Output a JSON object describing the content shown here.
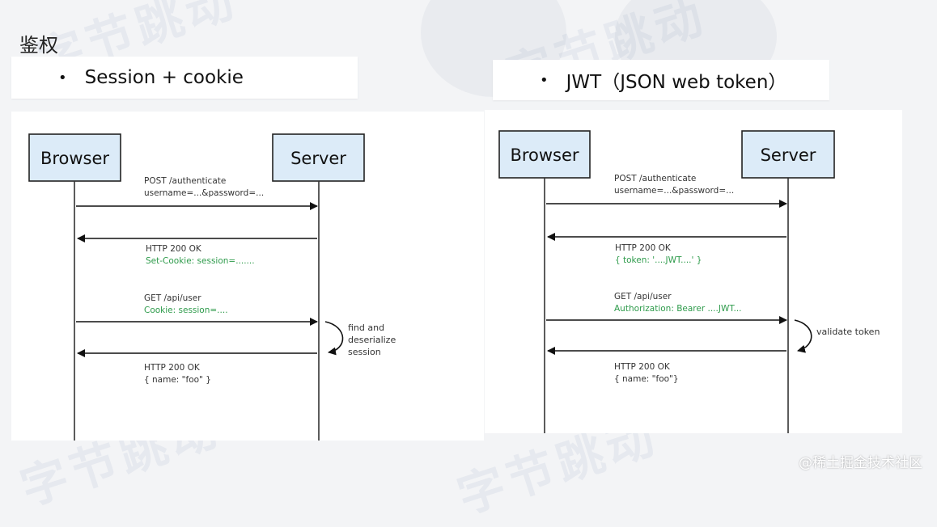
{
  "page_title": "鉴权",
  "panels": [
    {
      "heading": "Session + cookie",
      "bullet": "•",
      "lanes": {
        "left": "Browser",
        "right": "Server"
      },
      "messages": [
        {
          "lines": [
            "POST /authenticate",
            "username=...&password=..."
          ],
          "colors": [
            "black",
            "black"
          ]
        },
        {
          "lines": [
            "HTTP 200 OK",
            "Set-Cookie: session=......."
          ],
          "colors": [
            "black",
            "green"
          ]
        },
        {
          "lines": [
            "GET /api/user",
            "Cookie: session=...."
          ],
          "colors": [
            "black",
            "green"
          ]
        },
        {
          "lines": [
            "HTTP 200 OK",
            "{ name: \"foo\" }"
          ],
          "colors": [
            "black",
            "black"
          ]
        }
      ],
      "note": [
        "find and",
        "deserialize",
        "session"
      ]
    },
    {
      "heading": "JWT（JSON web token）",
      "bullet": "•",
      "lanes": {
        "left": "Browser",
        "right": "Server"
      },
      "messages": [
        {
          "lines": [
            "POST /authenticate",
            "username=...&password=..."
          ],
          "colors": [
            "black",
            "black"
          ]
        },
        {
          "lines": [
            "HTTP 200 OK",
            "{ token: '....JWT....' }"
          ],
          "colors": [
            "black",
            "green"
          ]
        },
        {
          "lines": [
            "GET /api/user",
            "Authorization: Bearer ....JWT..."
          ],
          "colors": [
            "black",
            "green"
          ]
        },
        {
          "lines": [
            "HTTP 200 OK",
            "{ name: \"foo\"}"
          ],
          "colors": [
            "black",
            "black"
          ]
        }
      ],
      "note": [
        "validate token"
      ]
    }
  ],
  "watermark": "字节跳动",
  "footer": "@稀土掘金技术社区",
  "colors": {
    "green_text": "#2e9b4b",
    "lane_fill": "#dcebf8"
  }
}
